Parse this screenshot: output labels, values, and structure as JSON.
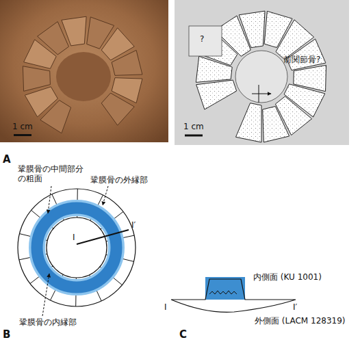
{
  "diagram": {
    "labels": [
      "1 cm",
      "?",
      "前関節骨?",
      "1 cm",
      "A",
      "鞏膜骨の中間部分の粗面",
      "鞏膜骨の外縁部",
      "I",
      "I′",
      "鞏膜骨の内縁部",
      "B",
      "内側面 (KU 1001)",
      "I",
      "I′",
      "外側面 (LACM 128319)",
      "C"
    ]
  }
}
